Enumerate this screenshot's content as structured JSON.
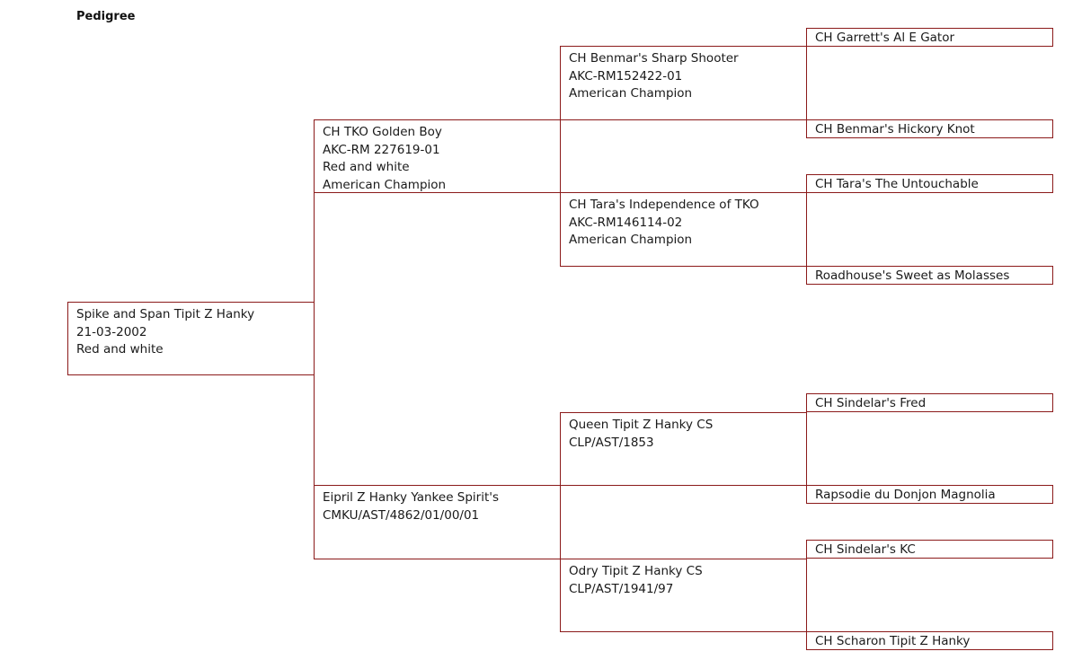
{
  "title": "Pedigree",
  "colors": {
    "border": "#8b1a1a",
    "text": "#1a1a1a"
  },
  "gen0": {
    "name": "Spike and Span Tipit Z Hanky",
    "line2": "21-03-2002",
    "line3": "Red and white"
  },
  "gen1": {
    "sire": {
      "name": "CH TKO Golden Boy",
      "line2": "AKC-RM 227619-01",
      "line3": "Red and white",
      "line4": "American Champion"
    },
    "dam": {
      "name": "Eipril Z Hanky Yankee Spirit's",
      "line2": "CMKU/AST/4862/01/00/01"
    }
  },
  "gen2": {
    "ss": {
      "name": "CH Benmar's Sharp Shooter",
      "line2": "AKC-RM152422-01",
      "line3": "American Champion"
    },
    "sd": {
      "name": "CH Tara's Independence of TKO",
      "line2": "AKC-RM146114-02",
      "line3": "American Champion"
    },
    "ds": {
      "name": "Queen Tipit Z Hanky CS",
      "line2": "CLP/AST/1853"
    },
    "dd": {
      "name": "Odry Tipit Z Hanky CS",
      "line2": "CLP/AST/1941/97"
    }
  },
  "gen3": [
    "CH Garrett's Al E Gator",
    "CH Benmar's Hickory Knot",
    "CH Tara's The Untouchable",
    "Roadhouse's Sweet as Molasses",
    "CH Sindelar's Fred",
    "Rapsodie du Donjon Magnolia",
    "CH Sindelar's KC",
    "CH Scharon Tipit Z Hanky"
  ]
}
